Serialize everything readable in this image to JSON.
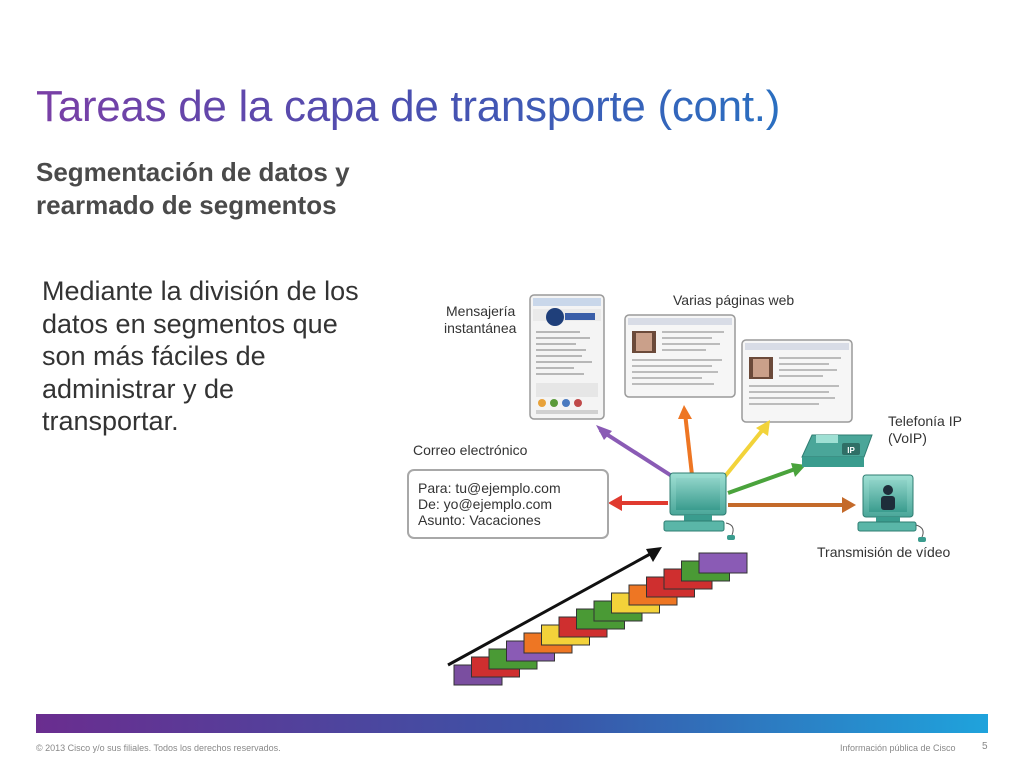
{
  "slide": {
    "title": "Tareas de la capa de transporte (cont.)",
    "subtitle": "Segmentación de datos y rearmado de segmentos",
    "body": "Mediante la división de los datos en segmentos que son más fáciles de administrar y de transportar."
  },
  "diagram": {
    "labels": {
      "im": [
        "Mensajería",
        "instantánea"
      ],
      "web": "Varias páginas web",
      "phone": [
        "Telefonía IP",
        "(VoIP)"
      ],
      "email": "Correo electrónico",
      "video": "Transmisión de vídeo"
    },
    "email_lines": [
      "Para: tu@ejemplo.com",
      "De: yo@ejemplo.com",
      "Asunto: Vacaciones"
    ],
    "phone_badge": "IP",
    "arrow_colors": {
      "im": "#8a5bb5",
      "web1": "#ee7623",
      "web2": "#f2d33a",
      "phone": "#4aa33c",
      "email": "#e03a2f",
      "video": "#c46a2a"
    },
    "segment_colors": [
      "#7a4ea0",
      "#cf2f2f",
      "#4a9a35",
      "#8a5bb5",
      "#ee7623",
      "#f3d23a",
      "#cf2f2f",
      "#4a9a35",
      "#4a9a35",
      "#f3d23a",
      "#ee7623",
      "#cf2f2f",
      "#cf2f2f",
      "#4a9a35",
      "#8a5bb5"
    ]
  },
  "footer": {
    "copyright": "© 2013 Cisco y/o sus filiales. Todos los derechos reservados.",
    "classification": "Información pública de Cisco",
    "page": "5"
  }
}
